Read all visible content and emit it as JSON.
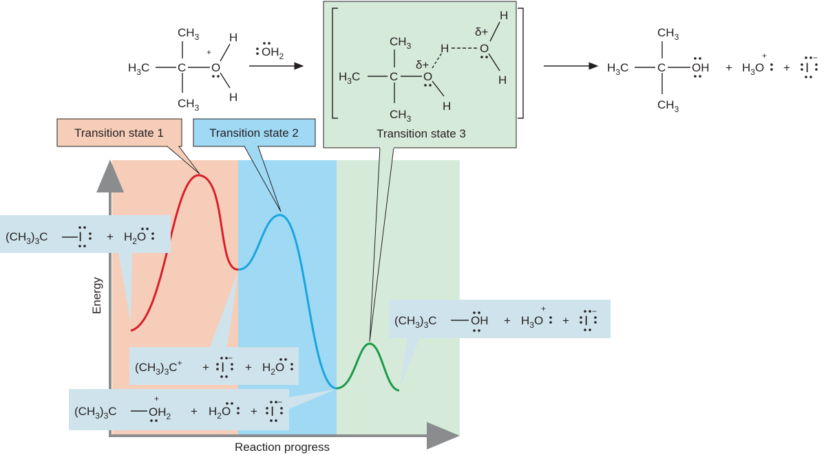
{
  "callouts": {
    "ts1": "Transition state 1",
    "ts2": "Transition state 2",
    "ts3": "Transition state 3"
  },
  "axes": {
    "y": "Energy",
    "x": "Reaction progress"
  },
  "colors": {
    "step1_bg": "#f6cdb9",
    "step2_bg": "#9fd9f4",
    "step3_bg": "#d6ead9",
    "curve1": "#d71e2b",
    "curve2": "#1aa4dd",
    "curve3": "#1a9a48",
    "label_box": "#cfe3ec",
    "axis": "#8a8c8e"
  },
  "scheme": {
    "ch3": "CH",
    "h3c": "H",
    "h": "H",
    "o": "O",
    "oh": "OH",
    "i": "I",
    "c": "C",
    "three": "3",
    "two": "2",
    "plus_charge": "+",
    "minus_charge": "−",
    "delta_plus": "δ+",
    "plus": "+",
    "water_reagent": "OH"
  },
  "species": {
    "reactant": "(CH",
    "carbocation": "(CH",
    "oxonium": "(CH",
    "product": "(CH",
    "h2o": "H",
    "h3o": "H"
  }
}
